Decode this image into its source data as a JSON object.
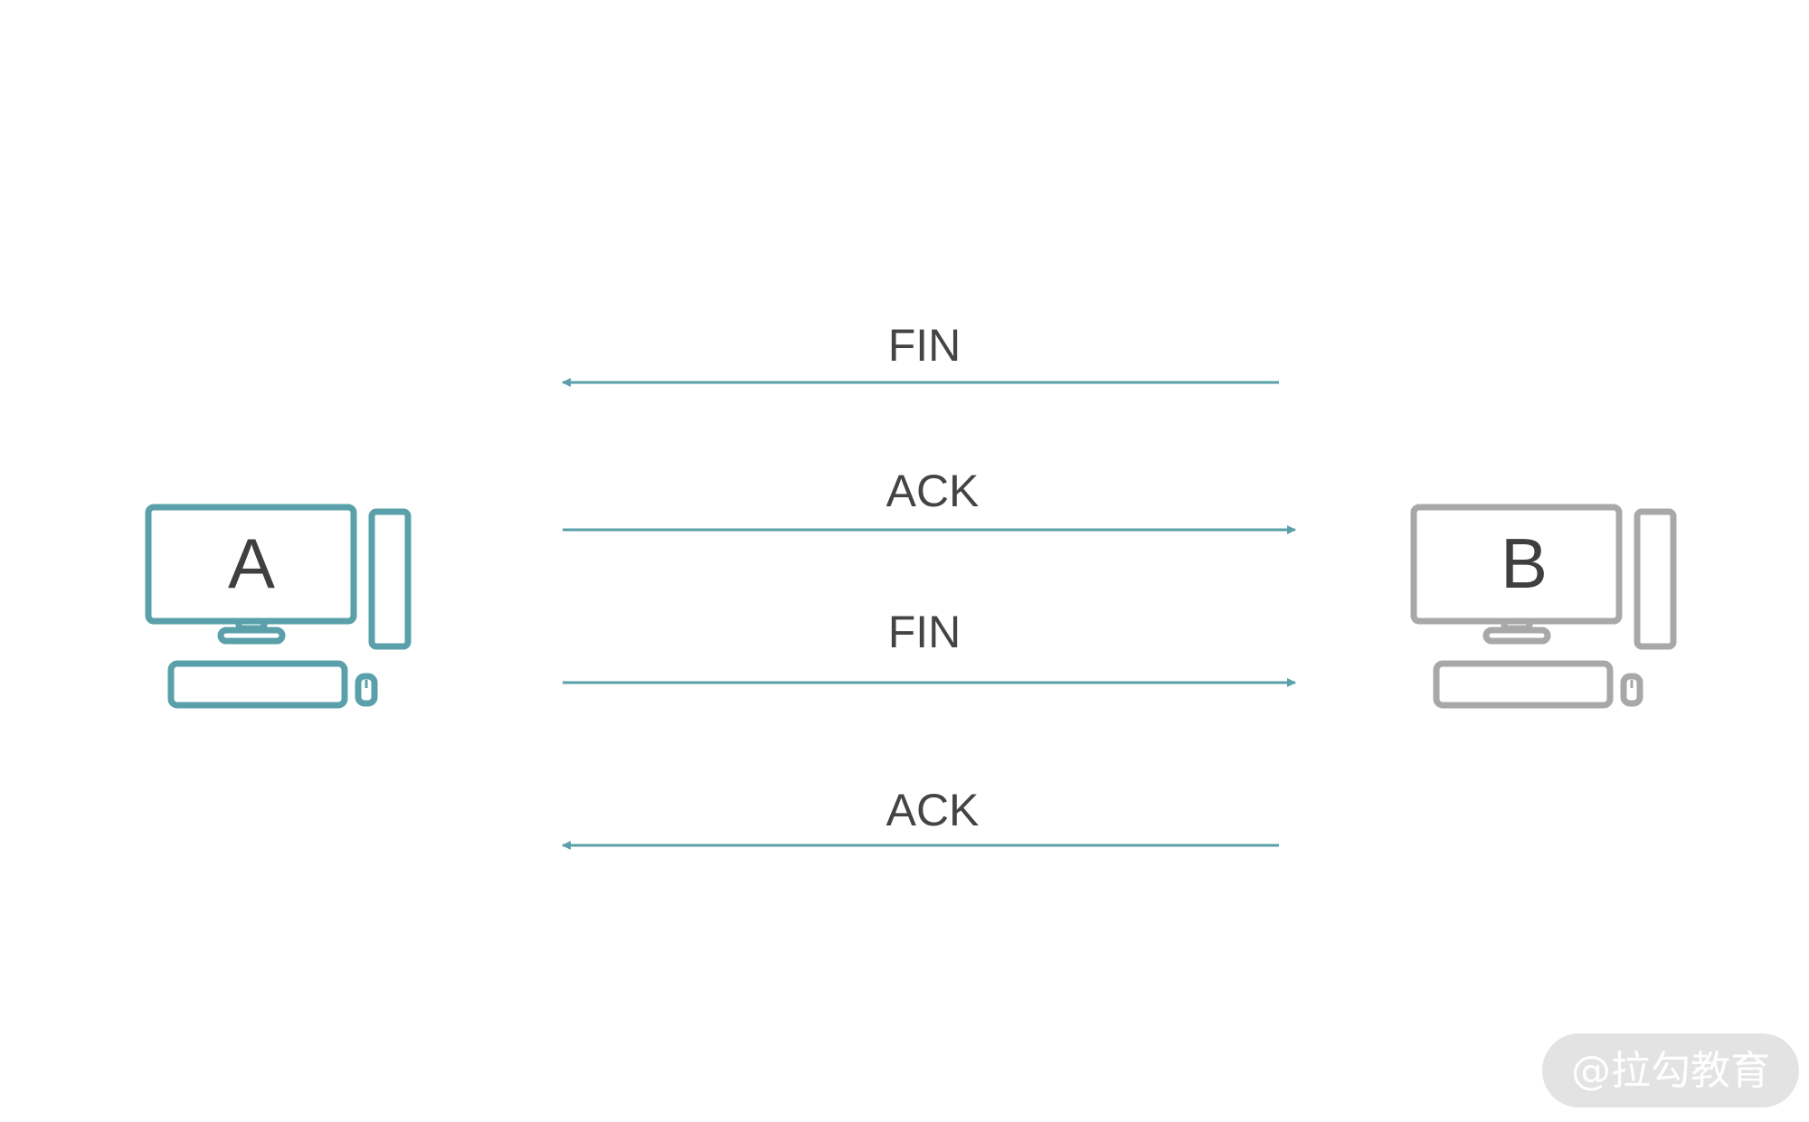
{
  "hosts": {
    "a": {
      "label": "A",
      "color": "#5aa0aa"
    },
    "b": {
      "label": "B",
      "color": "#a8a8a8"
    }
  },
  "messages": [
    {
      "label": "FIN",
      "direction": "to-a"
    },
    {
      "label": "ACK",
      "direction": "to-b"
    },
    {
      "label": "FIN",
      "direction": "to-b"
    },
    {
      "label": "ACK",
      "direction": "to-a"
    }
  ],
  "arrow_color": "#5aa0aa",
  "watermark": {
    "text": "@拉勾教育"
  }
}
